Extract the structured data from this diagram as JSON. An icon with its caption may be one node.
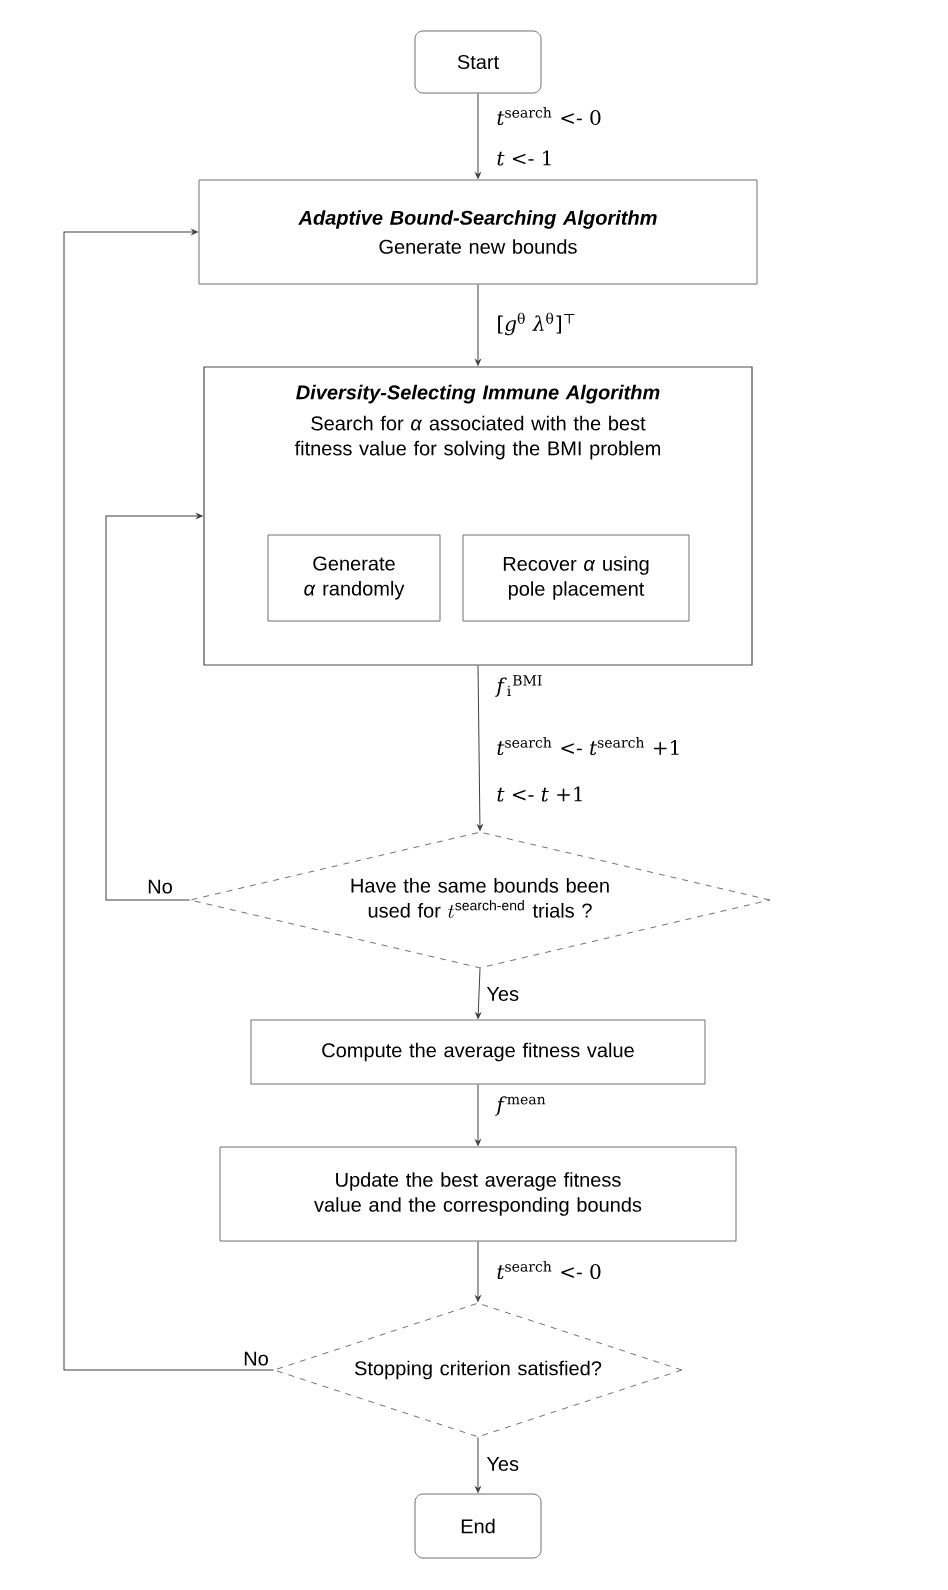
{
  "diagram": {
    "nodes": [
      {
        "text": [
          "Start"
        ]
      },
      {
        "text": [
          "Adaptive Bound-Searching Algorithm",
          "Generate new bounds"
        ]
      },
      {
        "text": [
          "Diversity-Selecting Immune Algorithm",
          "Search for *α* associated with the best fitness value for solving the BMI problem"
        ]
      },
      {
        "text": [
          "Generate *α* randomly"
        ],
        "in": 2
      },
      {
        "text": [
          "Recover *α* using pole placement"
        ],
        "in": 2
      },
      {
        "text": [
          "\\begin{array}{c}\\text{Have the same bounds been}\\\\ \\text{used for }t^{\\text{search-end}}\\text{ trials ?}\\end{array}"
        ]
      },
      {
        "text": [
          "Compute the average fitness value"
        ]
      },
      {
        "text": [
          "Update the best average fitness value and the corresponding bounds"
        ]
      },
      {
        "text": [
          "Stopping criterion satisfied?"
        ]
      },
      {
        "text": [
          "End"
        ]
      }
    ],
    "edges": [
      {
        "from": 0,
        "to": 1,
        "arrow": "to",
        "label": "*t*$^{search}$ <- 0"
      },
      {
        "from": 1,
        "to": 2,
        "arrow": "to",
        "label": "[*g*$^{θ}$ *λ*$^{θ}$]$^{⊤}$"
      },
      {
        "from": 2,
        "to": 5,
        "arrow": "to",
        "label": "*f*$_{i}$$^{BMI}$"
      },
      {
        "from": 5,
        "to": 6,
        "arrow": "to",
        "label": "Yes"
      },
      {
        "from": 5,
        "to": 2,
        "arrow": "to",
        "label": "No"
      },
      {
        "from": 6,
        "to": 7,
        "arrow": "to",
        "label": "*f*$^{mean}$"
      },
      {
        "from": 7,
        "to": 8,
        "arrow": "to",
        "label": "*t*$^{search}$ <- 0"
      },
      {
        "from": 8,
        "to": 9,
        "arrow": "to",
        "label": "Yes"
      },
      {
        "from": 8,
        "to": 1,
        "arrow": "to",
        "label": "No"
      }
    ],
    "labels": [
      "*t* <- 1",
      "*t*$^{search}$ <- *t*$^{search}$ +1",
      "*t* <- *t* +1"
    ]
  }
}
